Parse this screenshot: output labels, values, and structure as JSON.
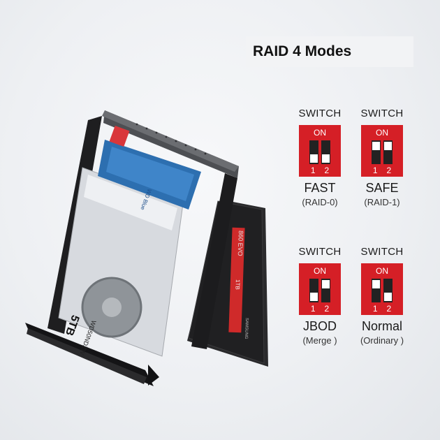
{
  "title": "RAID 4 Modes",
  "modes": [
    {
      "switch_label": "SWITCH",
      "on_label": "ON",
      "num1": "1",
      "num2": "2",
      "name": "FAST",
      "sub": "(RAID-0)",
      "lever1": "down",
      "lever2": "down"
    },
    {
      "switch_label": "SWITCH",
      "on_label": "ON",
      "num1": "1",
      "num2": "2",
      "name": "SAFE",
      "sub": "(RAID-1)",
      "lever1": "up",
      "lever2": "up"
    },
    {
      "switch_label": "SWITCH",
      "on_label": "ON",
      "num1": "1",
      "num2": "2",
      "name": "JBOD",
      "sub": "(Merge )",
      "lever1": "down",
      "lever2": "up"
    },
    {
      "switch_label": "SWITCH",
      "on_label": "ON",
      "num1": "1",
      "num2": "2",
      "name": "Normal",
      "sub": "(Ordinary )",
      "lever1": "up",
      "lever2": "down"
    }
  ],
  "product": {
    "hdd_capacity": "5TB",
    "hdd_model": "WD50NDZW",
    "hdd_brand": "WD Blue",
    "ssd_model": "860 EVO",
    "ssd_capacity": "1TB",
    "ssd_brand": "SAMSUNG"
  },
  "colors": {
    "dip_red": "#d51f26",
    "enclosure_black": "#1c1c1e",
    "ssd_red": "#c62828"
  }
}
